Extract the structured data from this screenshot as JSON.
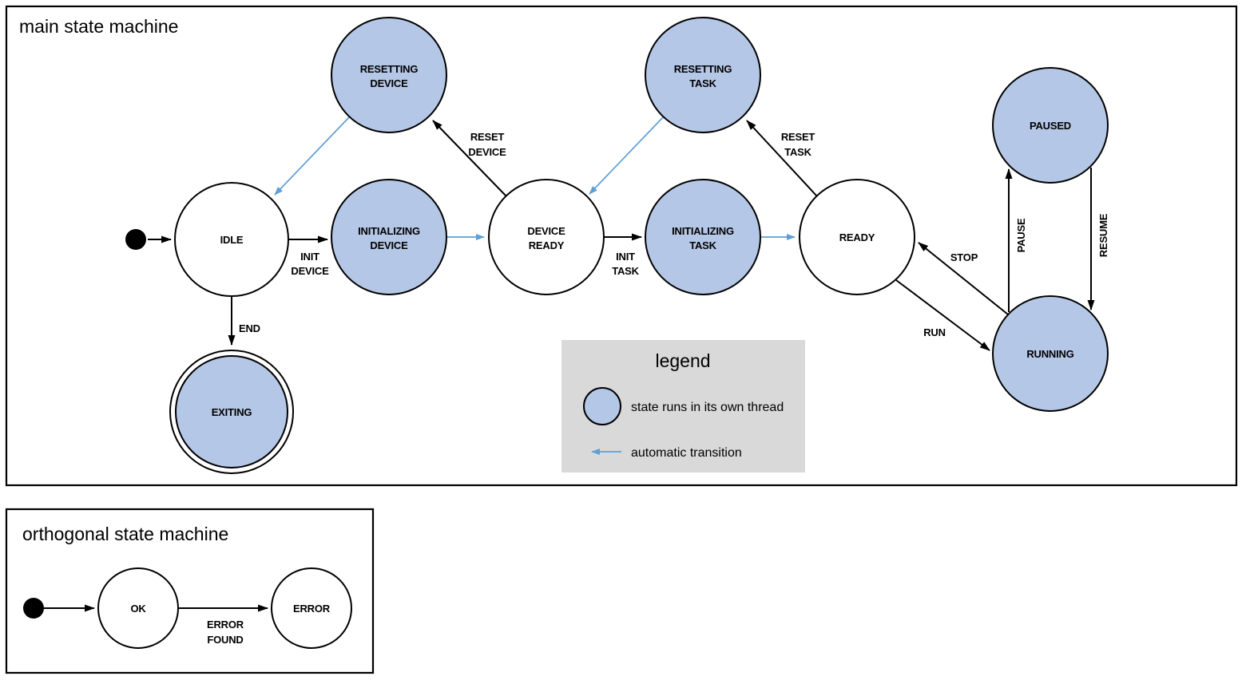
{
  "colors": {
    "thread_fill": "#b5c7e6",
    "plain_fill": "#ffffff",
    "auto_arrow": "#5f9ed7",
    "line": "#000000",
    "legend_bg": "#d9d9d9"
  },
  "main": {
    "title": "main state machine",
    "states": {
      "idle": {
        "label": "IDLE"
      },
      "initializing_device": {
        "line1": "INITIALIZING",
        "line2": "DEVICE"
      },
      "device_ready": {
        "line1": "DEVICE",
        "line2": "READY"
      },
      "initializing_task": {
        "line1": "INITIALIZING",
        "line2": "TASK"
      },
      "ready": {
        "label": "READY"
      },
      "resetting_device": {
        "line1": "RESETTING",
        "line2": "DEVICE"
      },
      "resetting_task": {
        "line1": "RESETTING",
        "line2": "TASK"
      },
      "paused": {
        "label": "PAUSED"
      },
      "running": {
        "label": "RUNNING"
      },
      "exiting": {
        "label": "EXITING"
      }
    },
    "transitions": {
      "init_device": {
        "line1": "INIT",
        "line2": "DEVICE"
      },
      "init_task": {
        "line1": "INIT",
        "line2": "TASK"
      },
      "reset_device": {
        "line1": "RESET",
        "line2": "DEVICE"
      },
      "reset_task": {
        "line1": "RESET",
        "line2": "TASK"
      },
      "end": {
        "label": "END"
      },
      "run": {
        "label": "RUN"
      },
      "stop": {
        "label": "STOP"
      },
      "pause": {
        "label": "PAUSE"
      },
      "resume": {
        "label": "RESUME"
      }
    }
  },
  "legend": {
    "title": "legend",
    "thread_label": "state runs in its own thread",
    "auto_label": "automatic transition"
  },
  "orthogonal": {
    "title": "orthogonal state machine",
    "states": {
      "ok": {
        "label": "OK"
      },
      "error": {
        "label": "ERROR"
      }
    },
    "transitions": {
      "error_found": {
        "line1": "ERROR",
        "line2": "FOUND"
      }
    }
  }
}
